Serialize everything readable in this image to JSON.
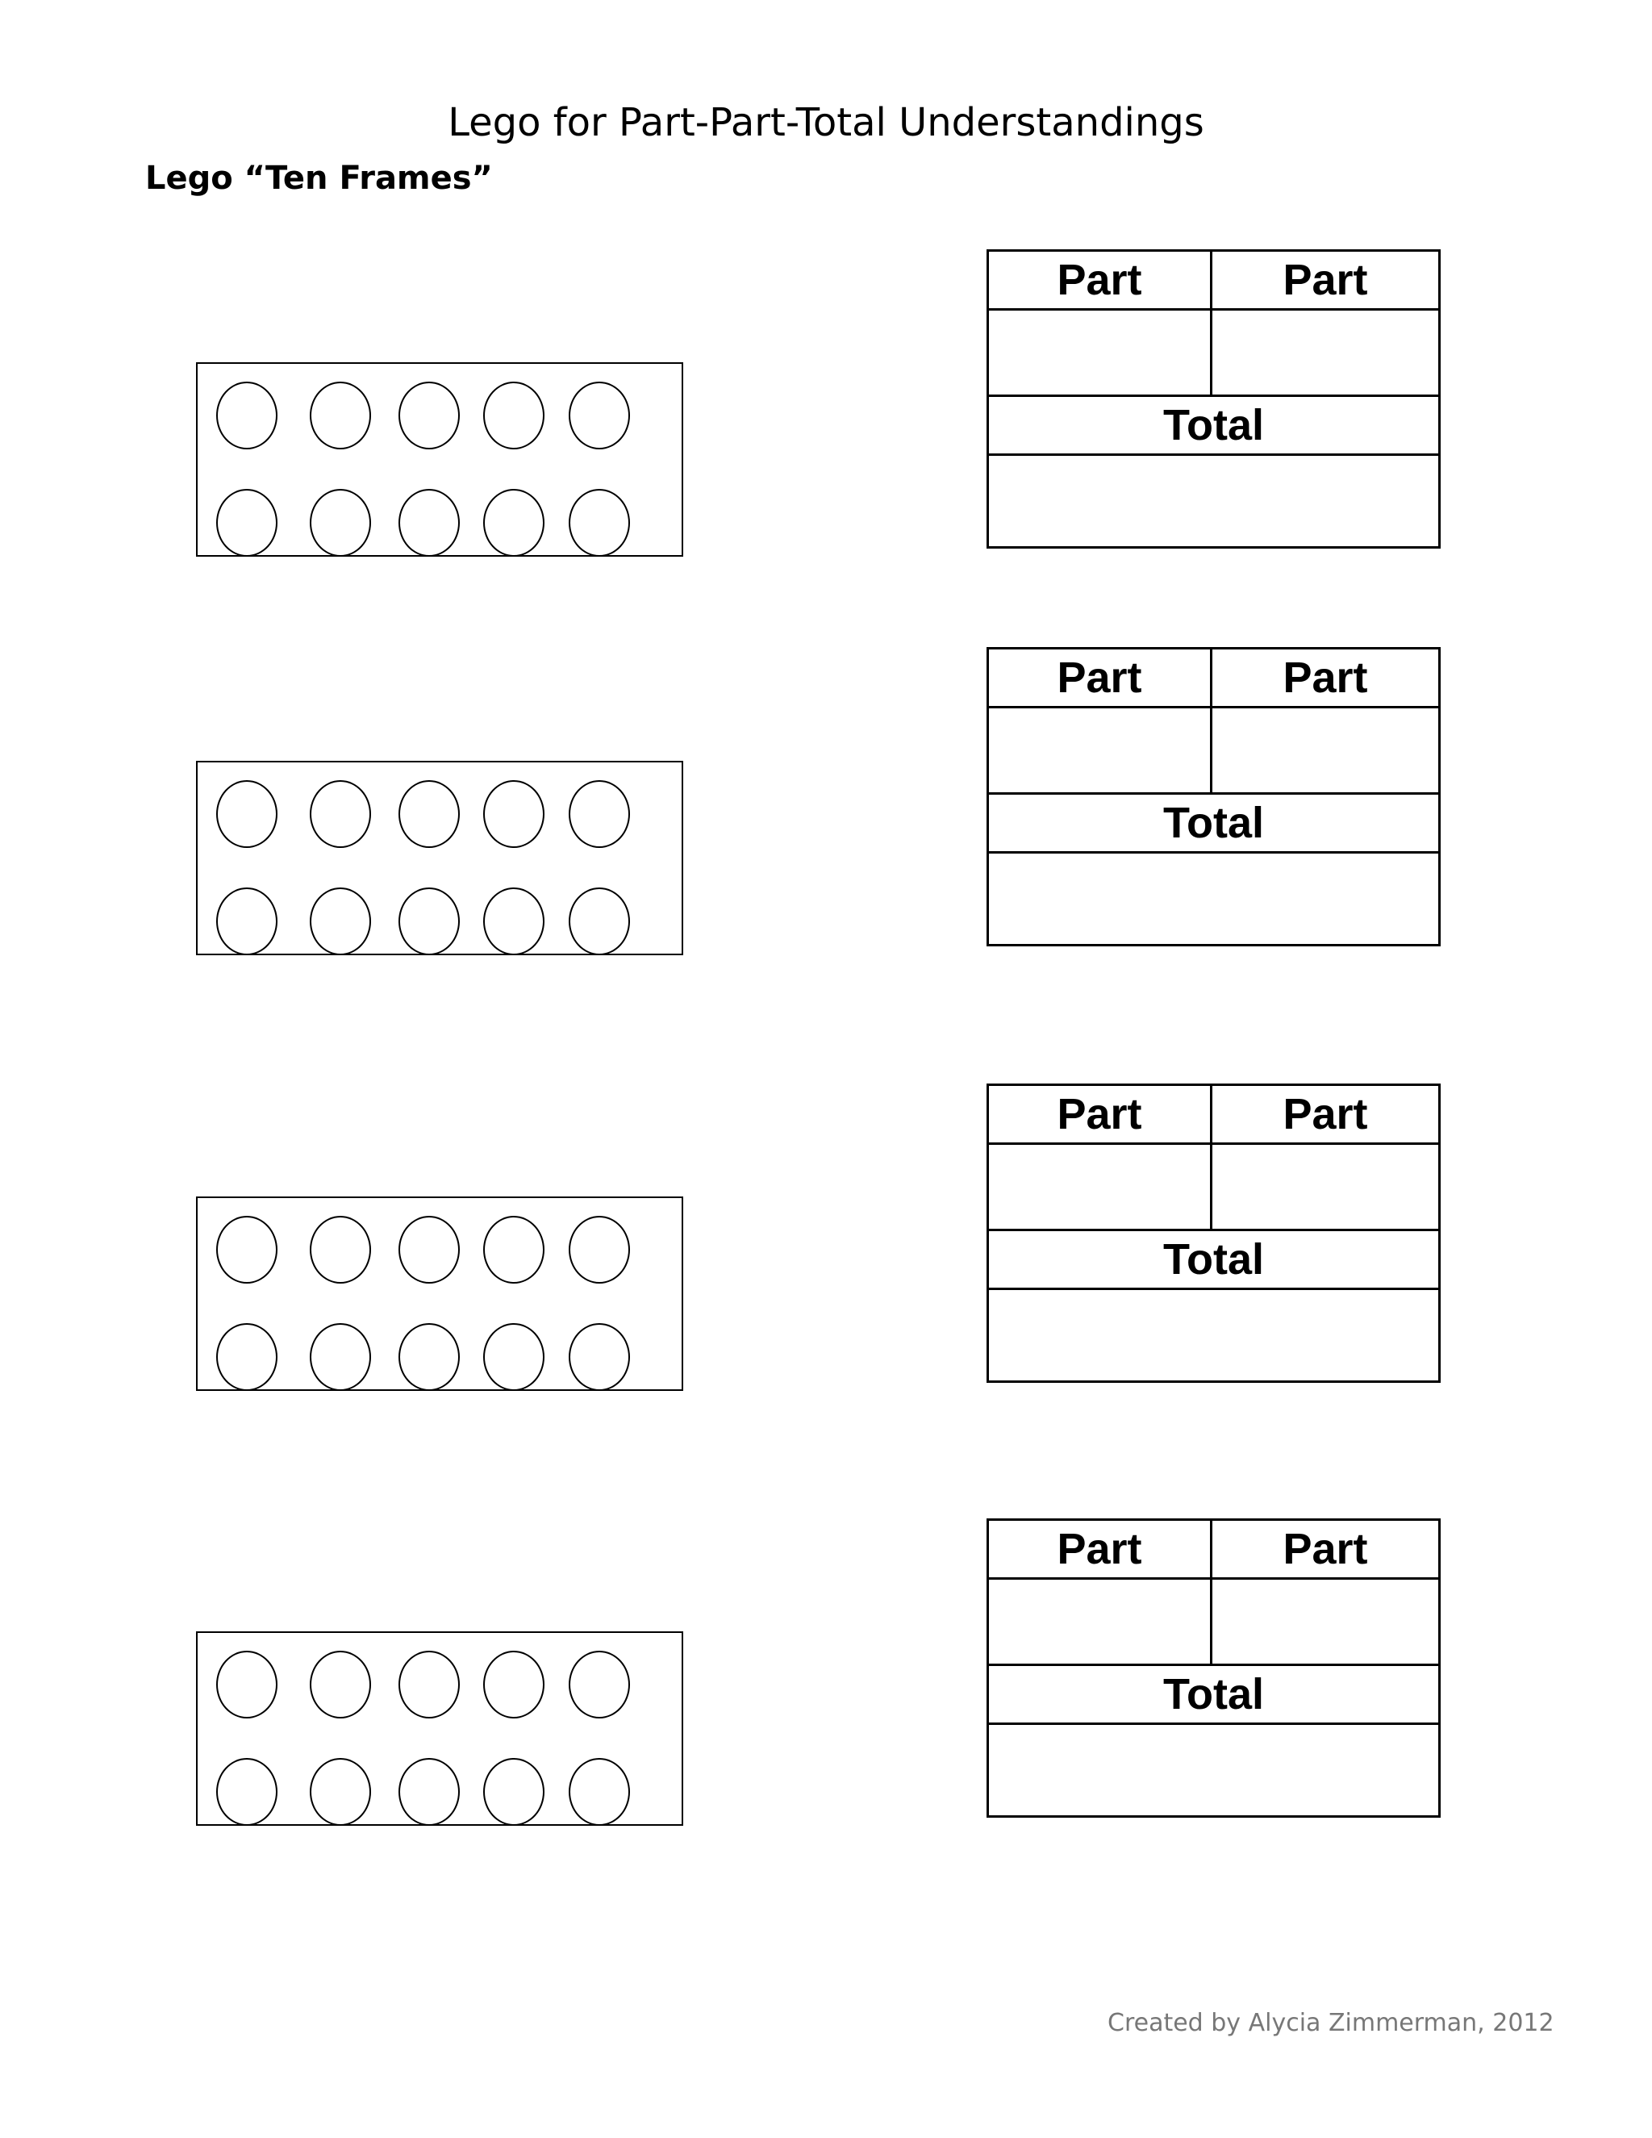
{
  "page": {
    "title": "Lego for Part-Part-Total Understandings",
    "section_heading": "Lego “Ten Frames”",
    "footer": "Created by Alycia Zimmerman, 2012"
  },
  "table": {
    "part_label": "Part",
    "total_label": "Total"
  },
  "activities": [
    {
      "ten_frame_circles": 10
    },
    {
      "ten_frame_circles": 10
    },
    {
      "ten_frame_circles": 10
    },
    {
      "ten_frame_circles": 10
    }
  ]
}
